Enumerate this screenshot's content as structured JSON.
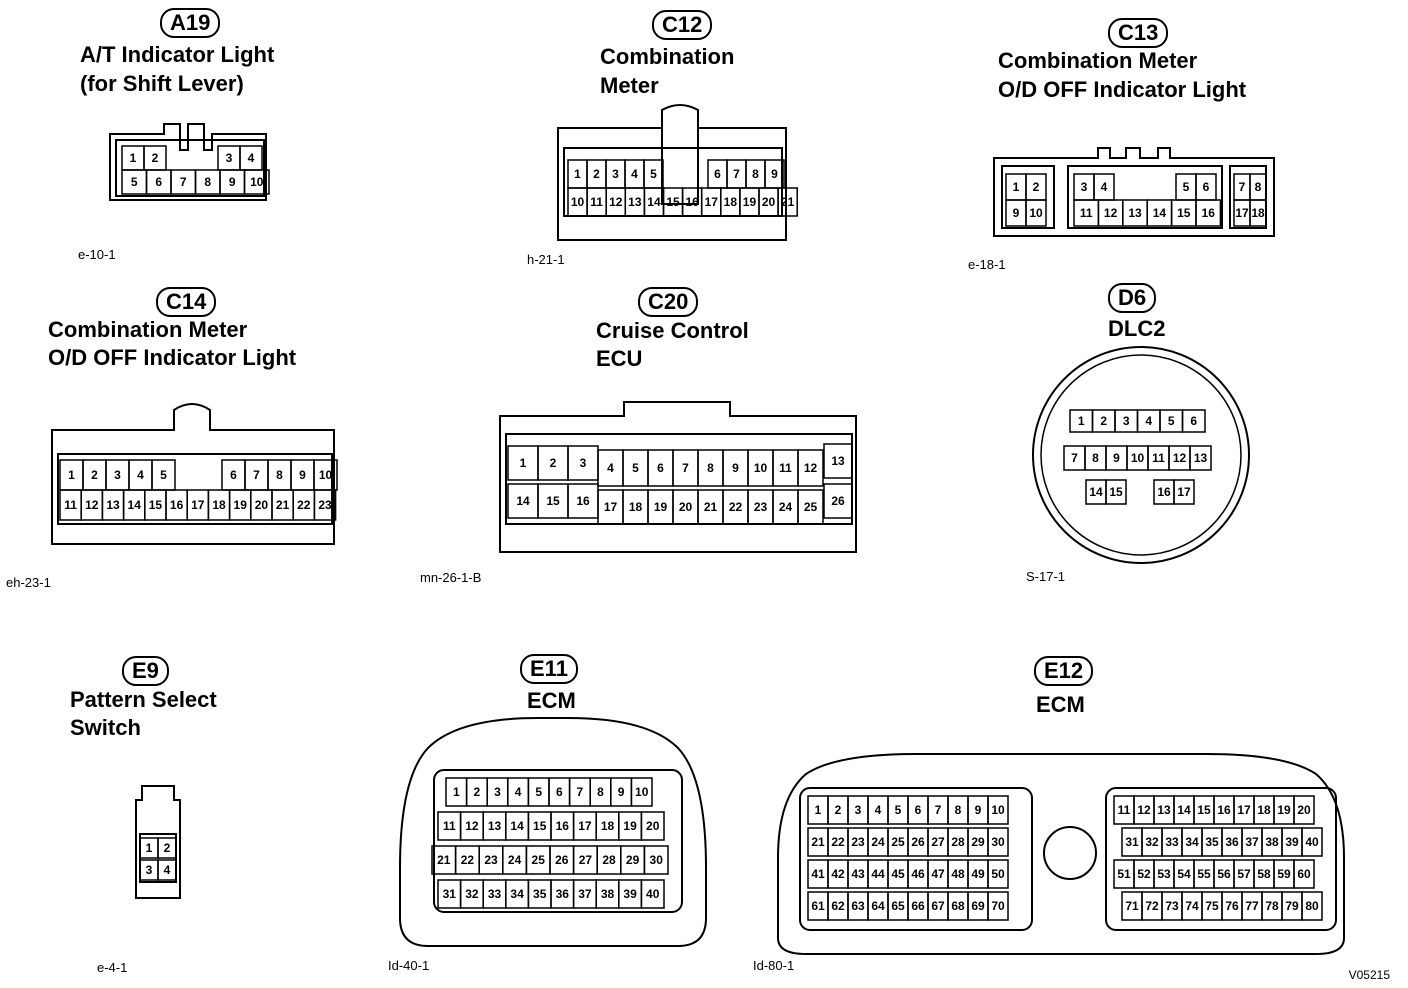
{
  "connectors": [
    {
      "id": "a19",
      "code": "A19",
      "title": [
        "A/T Indicator Light",
        "(for Shift Lever)"
      ],
      "ref": "e-10-1"
    },
    {
      "id": "c12",
      "code": "C12",
      "title": [
        "Combination",
        "Meter"
      ],
      "ref": "h-21-1"
    },
    {
      "id": "c13",
      "code": "C13",
      "title": [
        "Combination Meter",
        "O/D OFF Indicator Light"
      ],
      "ref": "e-18-1"
    },
    {
      "id": "c14",
      "code": "C14",
      "title": [
        "Combination Meter",
        "O/D OFF Indicator Light"
      ],
      "ref": "eh-23-1"
    },
    {
      "id": "c20",
      "code": "C20",
      "title": [
        "Cruise Control",
        "ECU"
      ],
      "ref": "mn-26-1-B"
    },
    {
      "id": "d6",
      "code": "D6",
      "title": [
        "DLC2"
      ],
      "ref": "S-17-1"
    },
    {
      "id": "e9",
      "code": "E9",
      "title": [
        "Pattern Select",
        "Switch"
      ],
      "ref": "e-4-1"
    },
    {
      "id": "e11",
      "code": "E11",
      "title": [
        "ECM"
      ],
      "ref": "Id-40-1"
    },
    {
      "id": "e12",
      "code": "E12",
      "title": [
        "ECM"
      ],
      "ref": "Id-80-1"
    }
  ],
  "figure_id": "V05215"
}
